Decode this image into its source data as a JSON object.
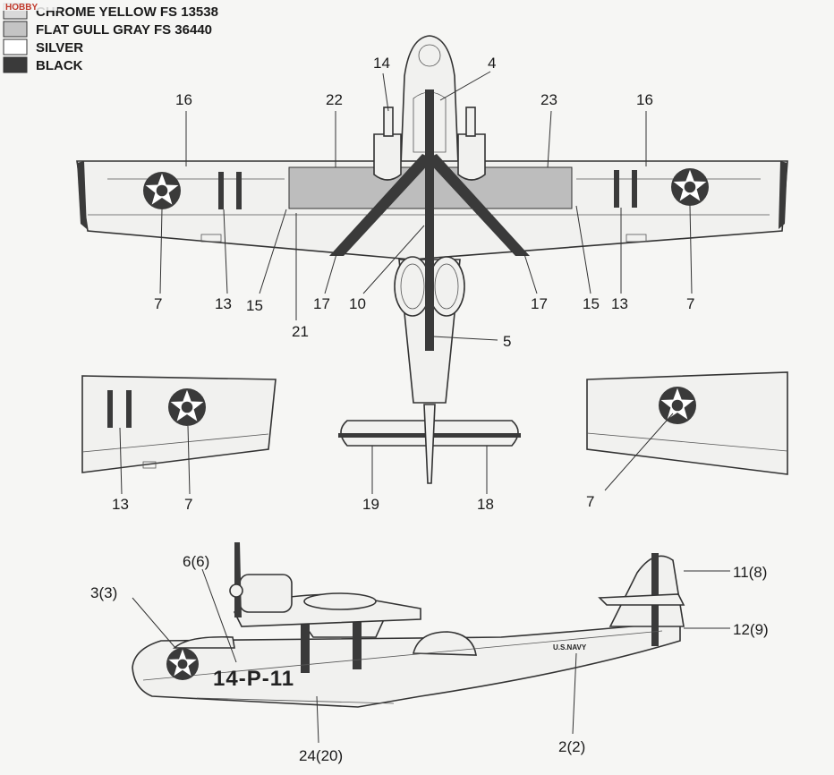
{
  "brand": "HOBBY",
  "legend": [
    {
      "label": "CHROME YELLOW FS 13538",
      "color": "#d9d9d9"
    },
    {
      "label": "FLAT GULL GRAY FS 36440",
      "color": "#c4c4c4"
    },
    {
      "label": "SILVER",
      "color": "#ffffff"
    },
    {
      "label": "BLACK",
      "color": "#3a3a3a"
    }
  ],
  "callouts": {
    "c16l": "16",
    "c22": "22",
    "c14": "14",
    "c4": "4",
    "c23": "23",
    "c16r": "16",
    "c7a": "7",
    "c13a": "13",
    "c15a": "15",
    "c21": "21",
    "c17a": "17",
    "c10": "10",
    "c17b": "17",
    "c15b": "15",
    "c13b": "13",
    "c7b": "7",
    "c5": "5",
    "c13c": "13",
    "c7c": "7",
    "c19": "19",
    "c18": "18",
    "c7d": "7",
    "c6": "6(6)",
    "c3": "3(3)",
    "c11": "11(8)",
    "c12": "12(9)",
    "c24": "24(20)",
    "c2": "2(2)"
  },
  "markings": {
    "hull_code": "14-P-11",
    "tail_text": "U.S.NAVY"
  }
}
